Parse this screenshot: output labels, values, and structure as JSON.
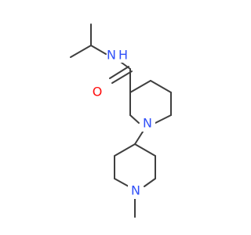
{
  "molecule": {
    "atoms": {
      "amide_nitrogen": {
        "label": "N",
        "color": "#3050F8"
      },
      "amide_hydrogen": {
        "label": "H",
        "color": "#3050F8"
      },
      "carbonyl_oxygen": {
        "label": "O",
        "color": "#FF0D0D"
      },
      "piperidine_nitrogen_upper": {
        "label": "N",
        "color": "#3050F8"
      },
      "piperidine_nitrogen_lower": {
        "label": "N",
        "color": "#3050F8"
      }
    },
    "bond_color": "#3f3f3f"
  }
}
